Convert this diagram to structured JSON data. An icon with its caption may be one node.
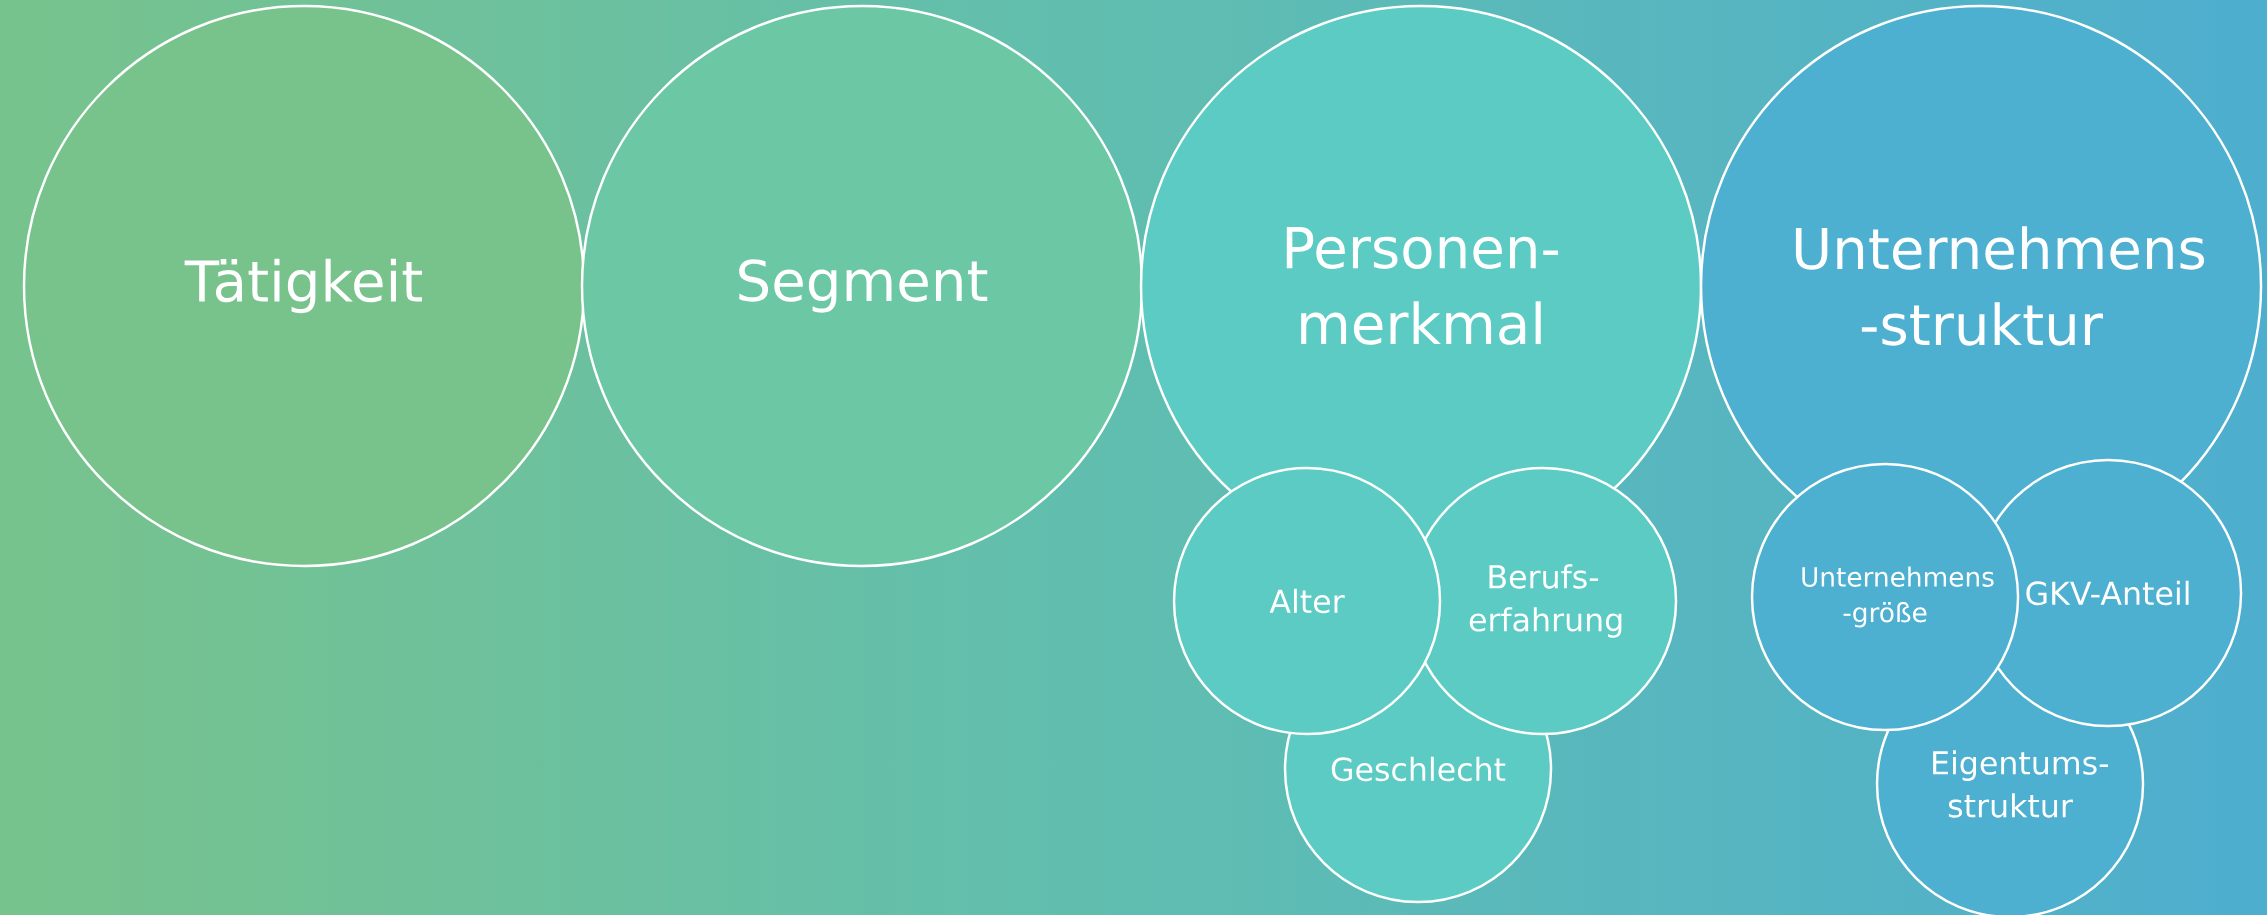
{
  "diagram": {
    "nodes": [
      {
        "text": [
          "Tätigkeit"
        ]
      },
      {
        "text": [
          "Segment"
        ]
      },
      {
        "text": [
          "Personen- merkmal"
        ]
      },
      {
        "text": [
          "Unternehmens -struktur"
        ]
      },
      {
        "text": [
          "Alter"
        ]
      },
      {
        "text": [
          "Berufs- erfahrung"
        ]
      },
      {
        "text": [
          "Geschlecht"
        ]
      },
      {
        "text": [
          "Unternehmens -größe"
        ]
      },
      {
        "text": [
          "GKV-Anteil"
        ]
      },
      {
        "text": [
          "Eigentums- struktur"
        ]
      }
    ]
  }
}
